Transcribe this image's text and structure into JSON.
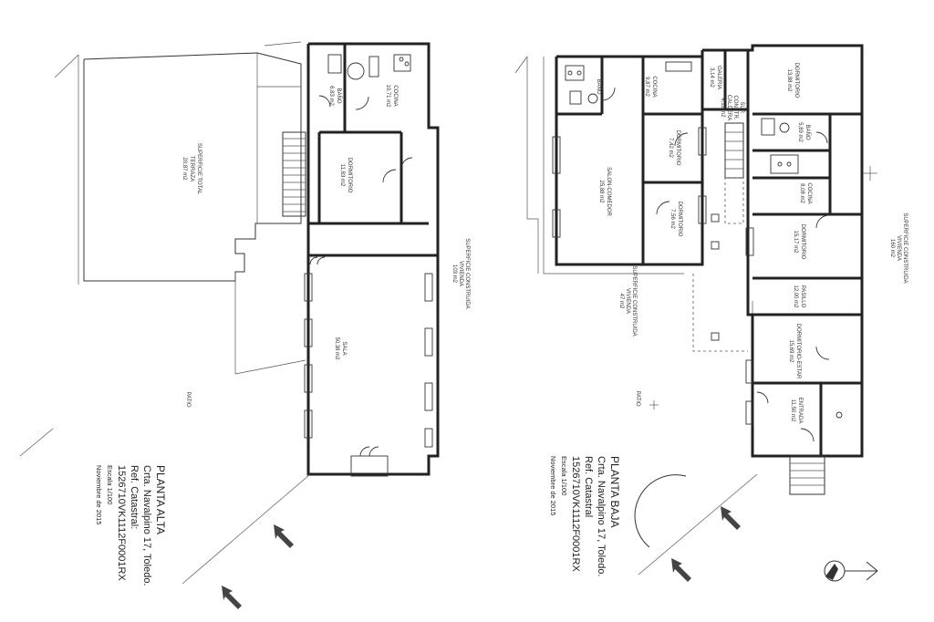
{
  "planta_alta": {
    "title": "PLANTA ALTA",
    "address": "Crta. Navalpino 17, Toledo.",
    "ref_label": "Ref. Catastral:",
    "ref_code": "1526710VK1112F0001RX",
    "scale": "Escala 1/100",
    "date": "Noviembre de 2015",
    "superficie_label": "SUPERFICIE CONSTRUIDA",
    "superficie_use": "VIVIENDA",
    "superficie_value": "103 m2",
    "patio": "PATIO",
    "rooms": {
      "terraza_label": "SUPERFICIE TOTAL",
      "terraza_name": "TERRAZA",
      "terraza_area": "20,87 m2",
      "bano_name": "BAÑO",
      "bano_area": "6,83 m2",
      "cocina_name": "COCINA",
      "cocina_area": "10,71 m2",
      "dormitorio_name": "DORMITORIO",
      "dormitorio_area": "11,83 m2",
      "sala_name": "SALA",
      "sala_area": "50,38 m2"
    }
  },
  "planta_baja": {
    "title": "PLANTA BAJA",
    "address": "Crta. Navalpino 17, Toledo.",
    "ref_label": "Ref. Catastral",
    "ref_code": "1526710VK1112F0001RX",
    "scale": "Escala 1/100",
    "date": "Noviembre de 2015",
    "superficie_label": "SUPERFICIE CONSTRUIDA",
    "superficie_use": "VIVIENDA",
    "superficie_value": "160 m2",
    "superficie2_label": "SUPERFICIE CONSTRUIDA",
    "superficie2_use": "VIVIENDA",
    "superficie2_value": "47 m2",
    "patio": "PATIO",
    "rooms": {
      "bano1_name": "BAÑO",
      "bano1_area": "",
      "cocina1_name": "COCINA",
      "cocina1_area": "9,87 m2",
      "salon_name": "SALON-COMEDOR",
      "salon_area": "25,88 m2",
      "dorm1_name": "DORMITORIO",
      "dorm1_area": "7,42 m2",
      "dorm2_name": "DORMITORIO",
      "dorm2_area": "7,56 m2",
      "galeria_name": "GALERIA",
      "galeria_area": "3,14 m2",
      "sup_label": "SUP.",
      "constr_label": "CONSTR.",
      "caldera_name": "CALDERA",
      "caldera_area": "4,11 m2",
      "dorm3_name": "DORMITORIO",
      "dorm3_area": "13,88 m2",
      "bano2_name": "BAÑO",
      "bano2_area": "5,89 m2",
      "cocina2_name": "COCINA",
      "cocina2_area": "8,08 m2",
      "dorm4_name": "DORMITORIO",
      "dorm4_area": "15,17 m2",
      "pasillo_name": "PASILLO",
      "pasillo_area": "12,00 m2",
      "dormestar_name": "DORMITORIO-ESTAR",
      "dormestar_area": "15,69 m2",
      "entrada_name": "ENTRADA",
      "entrada_area": "11,50 m2"
    }
  }
}
